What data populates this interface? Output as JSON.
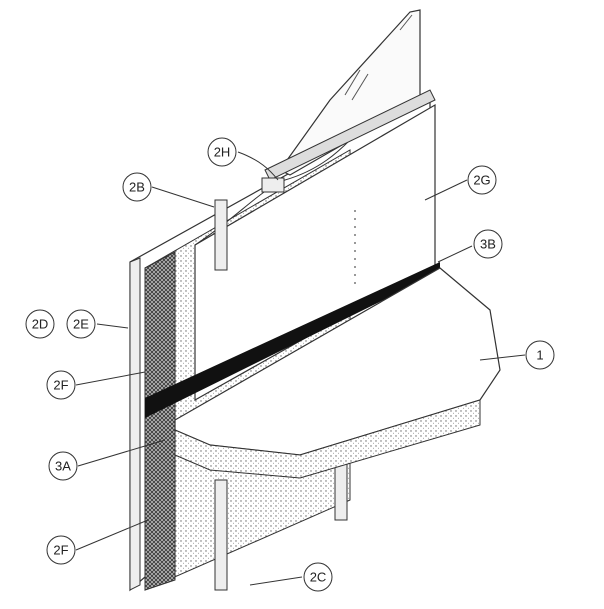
{
  "labels": {
    "l2H": "2H",
    "l2B": "2B",
    "l2G": "2G",
    "l3B": "3B",
    "l2D": "2D",
    "l2E": "2E",
    "l1": "1",
    "l2F_upper": "2F",
    "l3A": "3A",
    "l2F_lower": "2F",
    "l2C": "2C"
  }
}
